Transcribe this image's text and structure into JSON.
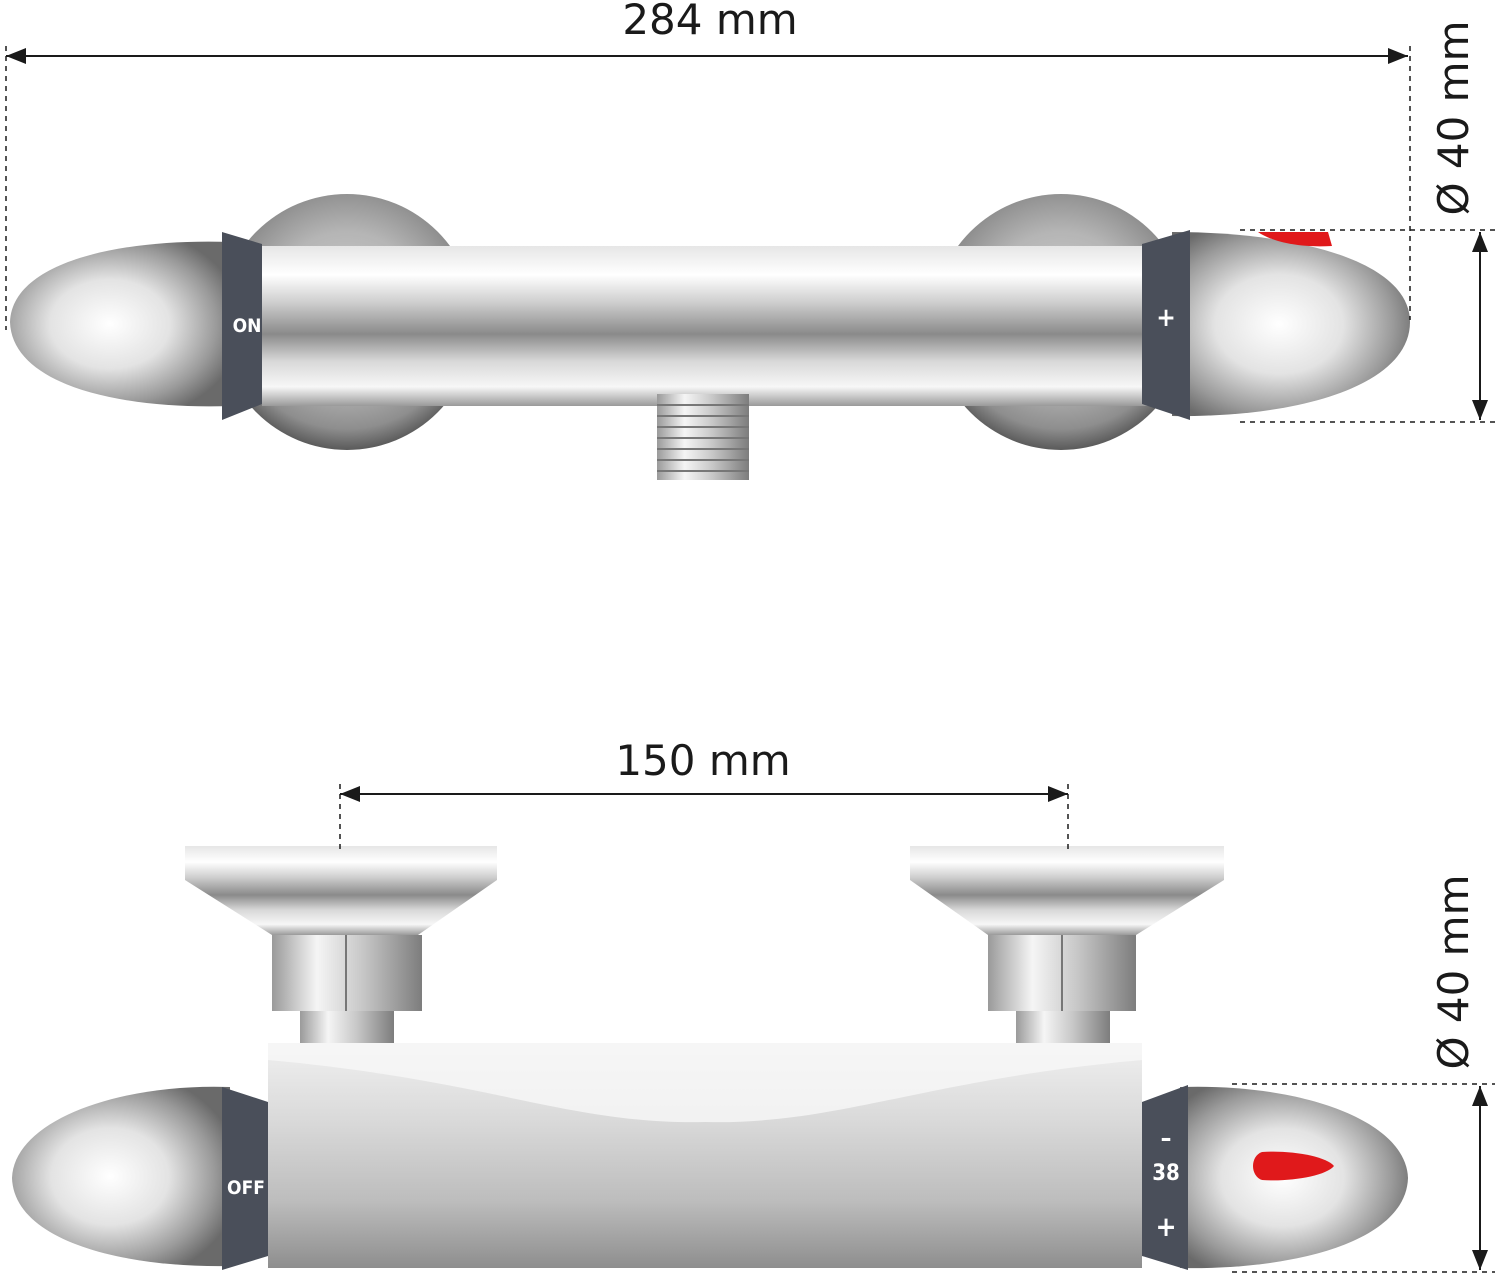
{
  "top_view": {
    "width_dimension": "284 mm",
    "diameter_dimension": "Ø 40 mm",
    "left_handle_label": "ON",
    "right_handle_label": "+"
  },
  "front_view": {
    "spacing_dimension": "150 mm",
    "diameter_dimension": "Ø 40 mm",
    "left_handle_label": "OFF",
    "right_handle_minus": "–",
    "right_handle_value": "38",
    "right_handle_plus": "+"
  },
  "colors": {
    "chrome_light": "#f2f2f2",
    "chrome_dark": "#6e6e6e",
    "band": "#4a4f5a",
    "indicator_red": "#e0191b"
  }
}
